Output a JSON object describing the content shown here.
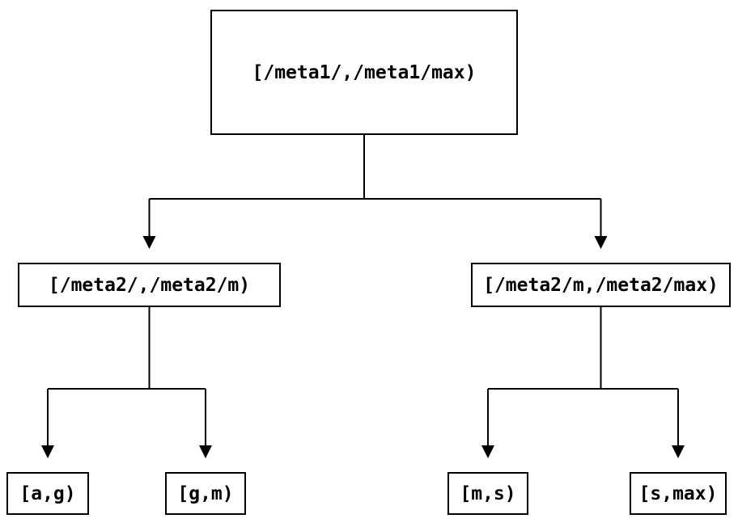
{
  "diagram": {
    "type": "tree",
    "background_color": "#ffffff",
    "line_color": "#000000",
    "text_color": "#000000",
    "nodes": {
      "root": {
        "label": "[/meta1/,/meta1/max)"
      },
      "meta2_low": {
        "label": "[/meta2/,/meta2/m)"
      },
      "meta2_high": {
        "label": "[/meta2/m,/meta2/max)"
      },
      "leaf_a_g": {
        "label": "[a,g)"
      },
      "leaf_g_m": {
        "label": "[g,m)"
      },
      "leaf_m_s": {
        "label": "[m,s)"
      },
      "leaf_s_max": {
        "label": "[s,max)"
      }
    },
    "edges": [
      {
        "from": "[/meta1/,/meta1/max)",
        "to": "[/meta2/,/meta2/m)"
      },
      {
        "from": "[/meta1/,/meta1/max)",
        "to": "[/meta2/m,/meta2/max)"
      },
      {
        "from": "[/meta2/,/meta2/m)",
        "to": "[a,g)"
      },
      {
        "from": "[/meta2/,/meta2/m)",
        "to": "[g,m)"
      },
      {
        "from": "[/meta2/m,/meta2/max)",
        "to": "[m,s)"
      },
      {
        "from": "[/meta2/m,/meta2/max)",
        "to": "[s,max)"
      }
    ]
  }
}
